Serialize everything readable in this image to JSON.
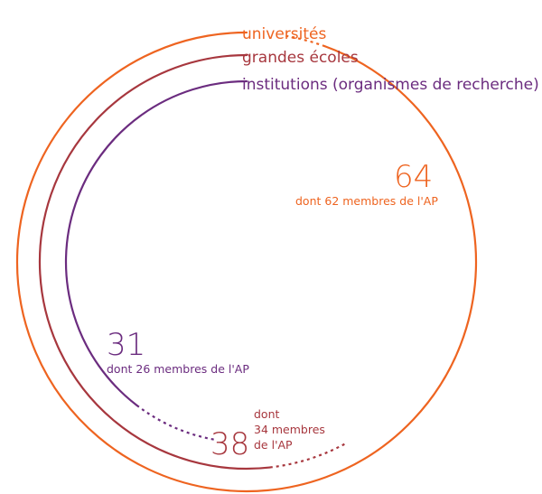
{
  "colors": {
    "universites": "#ee6420",
    "ecoles": "#a7373e",
    "institutions": "#6b2c7f"
  },
  "chart_data": {
    "type": "radial-bar",
    "series": [
      {
        "key": "universites",
        "name": "universités",
        "value": 64,
        "members": 62,
        "note": "dont 62 membres de l'AP"
      },
      {
        "key": "ecoles",
        "name": "grandes écoles",
        "value": 38,
        "members": 34,
        "note_lines": [
          "dont",
          "34 membres",
          "de l'AP"
        ]
      },
      {
        "key": "institutions",
        "name": "institutions (organismes de recherche)",
        "value": 31,
        "members": 26,
        "note": "dont 26 membres de l'AP"
      }
    ],
    "legend_position": "top-right"
  }
}
